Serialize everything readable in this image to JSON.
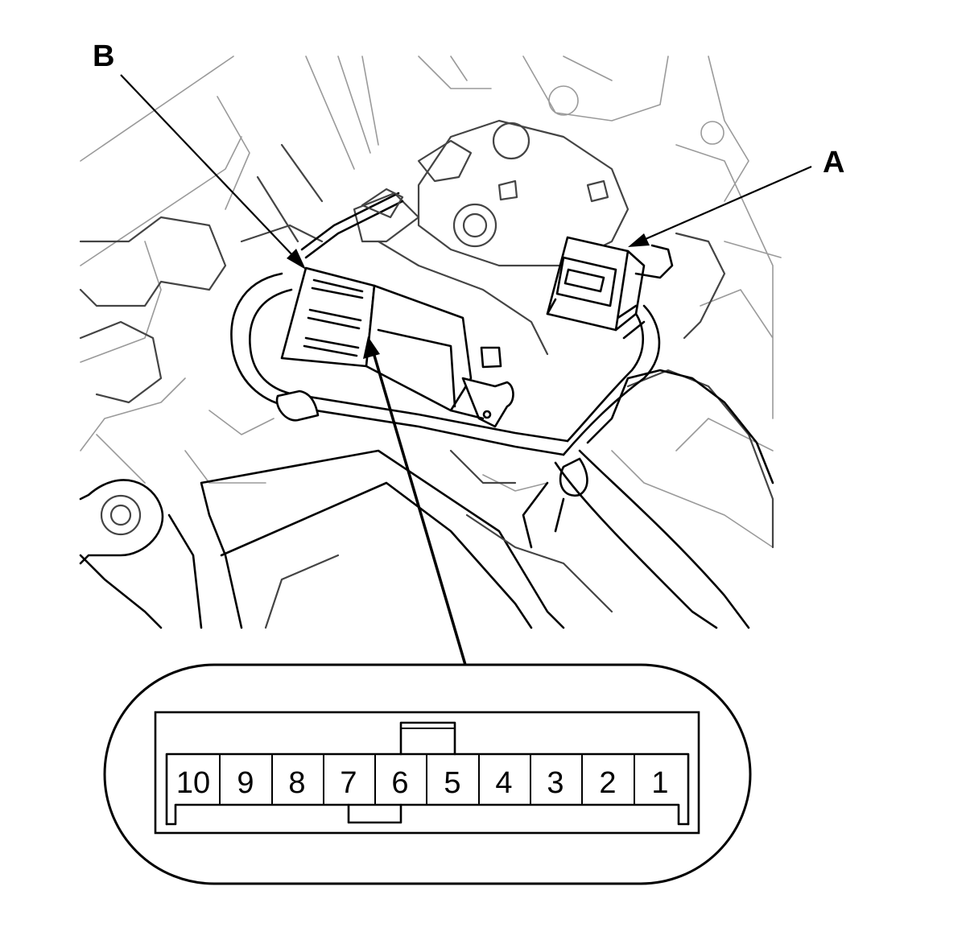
{
  "callouts": {
    "a_label": "A",
    "b_label": "B"
  },
  "connector_b_pinout": {
    "pins": [
      "10",
      "9",
      "8",
      "7",
      "6",
      "5",
      "4",
      "3",
      "2",
      "1"
    ]
  },
  "colors": {
    "line": "#000000",
    "background": "#ffffff"
  }
}
